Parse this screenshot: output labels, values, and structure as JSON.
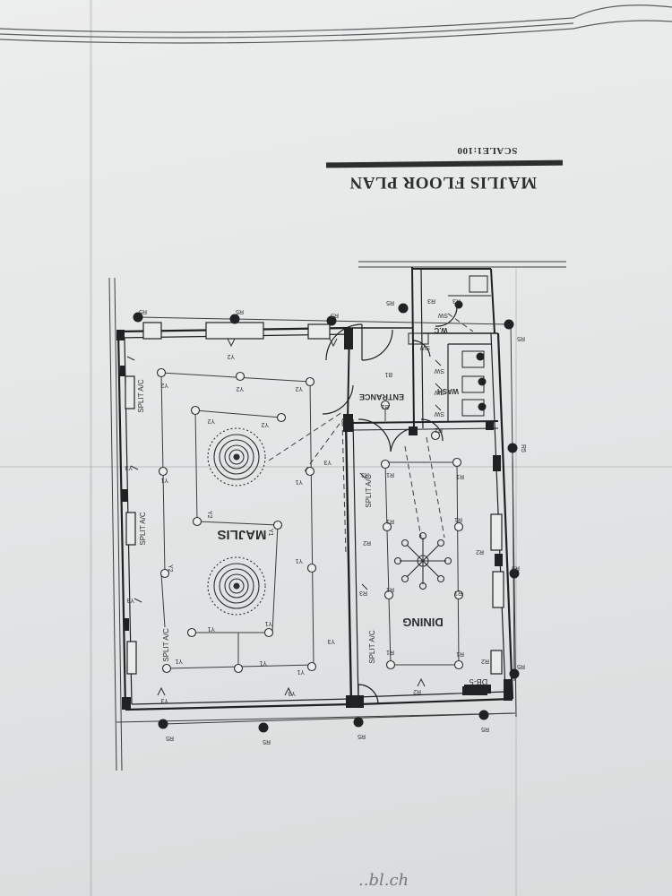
{
  "sheet": {
    "title": "MAJLIS FLOOR PLAN",
    "scale": "SCALE1:100",
    "bottom_note": "..bl.ch"
  },
  "rooms": {
    "majlis": "MAJLIS",
    "dining": "DINING",
    "entrance": "ENTRANCE",
    "wash": "WASH",
    "wc": "W.C"
  },
  "fixtures": {
    "split_ac": "SPLIT A/C",
    "db": "DB-5"
  },
  "circuits": {
    "y1": "Y1",
    "y2": "Y2",
    "y3": "Y3",
    "r1": "R1",
    "r2": "R2",
    "r3": "R3",
    "r5": "R5",
    "b1": "B1",
    "sw": "SW"
  },
  "colors": {
    "ink": "#2c2e30",
    "paper": "#e6e8e8",
    "wall": "#1f2123"
  }
}
